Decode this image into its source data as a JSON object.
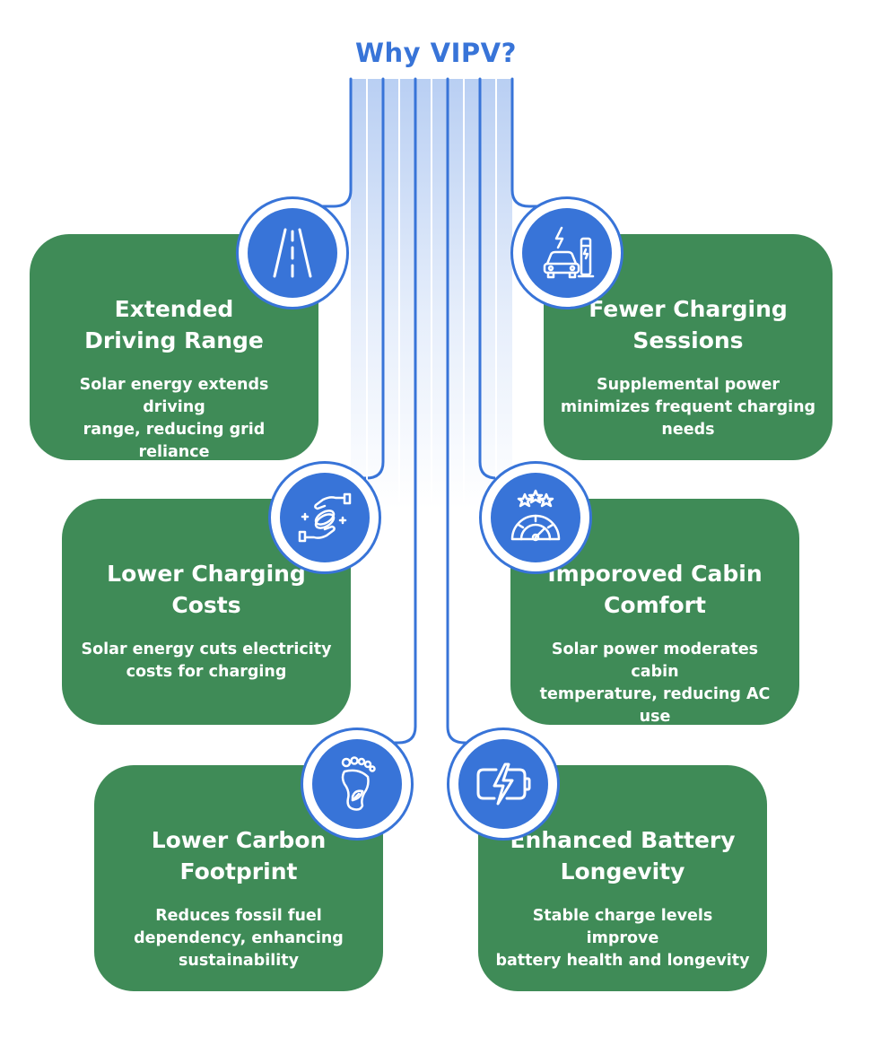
{
  "title": "Why VIPV?",
  "colors": {
    "accent": "#3874d8",
    "card": "#3f8b57",
    "text_on_card": "#ffffff"
  },
  "cards": [
    {
      "title_line1": "Extended",
      "title_line2": "Driving Range",
      "desc_lines": [
        "Solar energy extends driving",
        "range, reducing grid reliance"
      ],
      "icon": "road-icon"
    },
    {
      "title_line1": "Fewer Charging",
      "title_line2": "Sessions",
      "desc_lines": [
        "Supplemental power",
        "minimizes frequent charging",
        "needs"
      ],
      "icon": "ev-charging-icon"
    },
    {
      "title_line1": "Lower Charging",
      "title_line2": "Costs",
      "desc_lines": [
        "Solar energy cuts electricity",
        "costs for charging"
      ],
      "icon": "hands-coins-icon"
    },
    {
      "title_line1": "Imporoved Cabin",
      "title_line2": "Comfort",
      "desc_lines": [
        "Solar power moderates cabin",
        "temperature, reducing AC use"
      ],
      "icon": "gauge-stars-icon"
    },
    {
      "title_line1": "Lower Carbon",
      "title_line2": "Footprint",
      "desc_lines": [
        "Reduces fossil fuel",
        "dependency, enhancing",
        "sustainability"
      ],
      "icon": "eco-footprint-icon"
    },
    {
      "title_line1": "Enhanced Battery",
      "title_line2": "Longevity",
      "desc_lines": [
        "Stable charge levels improve",
        "battery health and longevity"
      ],
      "icon": "battery-charging-icon"
    }
  ]
}
